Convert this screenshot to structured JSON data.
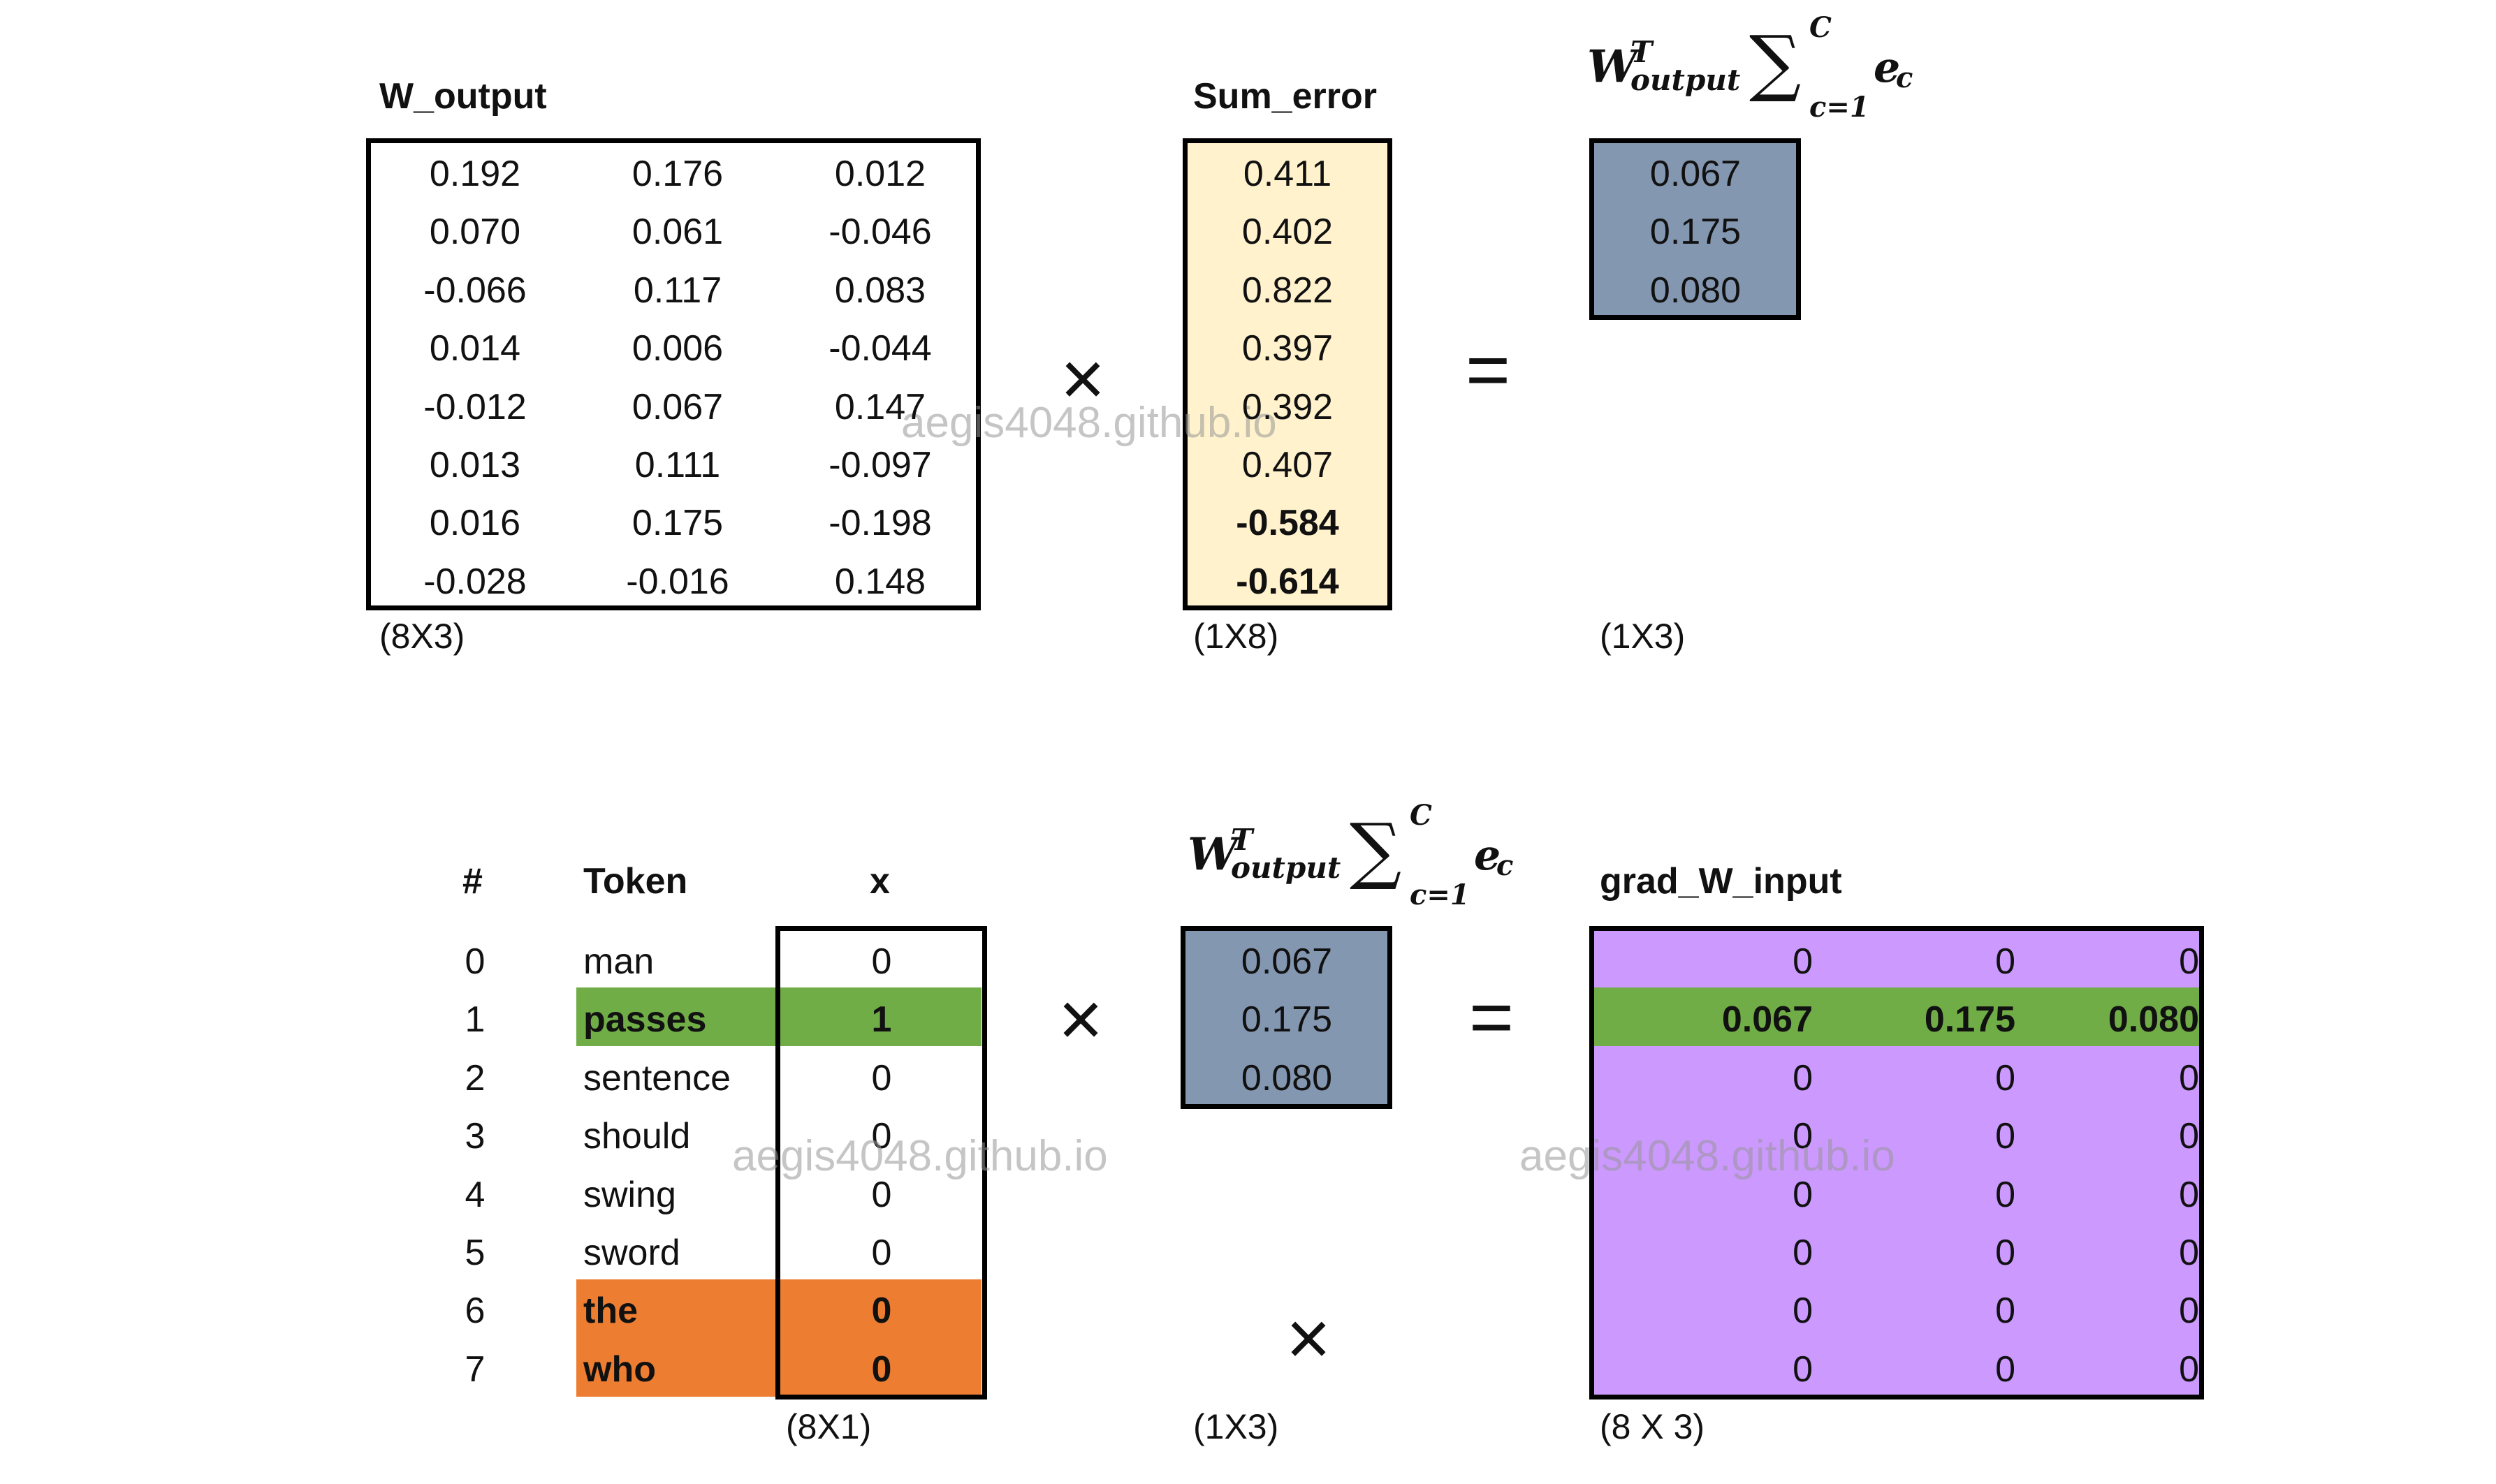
{
  "top": {
    "w_output": {
      "title": "W_output",
      "dims": "(8X3)",
      "rows": [
        [
          "0.192",
          "0.176",
          "0.012"
        ],
        [
          "0.070",
          "0.061",
          "-0.046"
        ],
        [
          "-0.066",
          "0.117",
          "0.083"
        ],
        [
          "0.014",
          "0.006",
          "-0.044"
        ],
        [
          "-0.012",
          "0.067",
          "0.147"
        ],
        [
          "0.013",
          "0.111",
          "-0.097"
        ],
        [
          "0.016",
          "0.175",
          "-0.198"
        ],
        [
          "-0.028",
          "-0.016",
          "0.148"
        ]
      ]
    },
    "multiply": "×",
    "sum_error": {
      "title": "Sum_error",
      "dims": "(1X8)",
      "values": [
        "0.411",
        "0.402",
        "0.822",
        "0.397",
        "0.392",
        "0.407",
        "-0.584",
        "-0.614"
      ],
      "bold_indices": [
        6,
        7
      ],
      "color": "#FFF2CC"
    },
    "equals": "=",
    "result": {
      "formula": {
        "W": "W",
        "sup": "T",
        "sub": "output",
        "sigma": "∑",
        "lim_top": "C",
        "lim_bot": "c=1",
        "e": "e",
        "e_sub": "c"
      },
      "dims": "(1X3)",
      "values": [
        "0.067",
        "0.175",
        "0.080"
      ],
      "color": "#8497B0"
    }
  },
  "bottom": {
    "headers": {
      "num": "#",
      "token": "Token",
      "x": "x"
    },
    "rows": [
      {
        "num": "0",
        "token": "man",
        "x": "0"
      },
      {
        "num": "1",
        "token": "passes",
        "x": "1"
      },
      {
        "num": "2",
        "token": "sentence",
        "x": "0"
      },
      {
        "num": "3",
        "token": "should",
        "x": "0"
      },
      {
        "num": "4",
        "token": "swing",
        "x": "0"
      },
      {
        "num": "5",
        "token": "sword",
        "x": "0"
      },
      {
        "num": "6",
        "token": "the",
        "x": "0"
      },
      {
        "num": "7",
        "token": "who",
        "x": "0"
      }
    ],
    "x_dims": "(8X1)",
    "multiply": "×",
    "vector": {
      "formula": {
        "W": "W",
        "sup": "T",
        "sub": "output",
        "sigma": "∑",
        "lim_top": "C",
        "lim_bot": "c=1",
        "e": "e",
        "e_sub": "c"
      },
      "values": [
        "0.067",
        "0.175",
        "0.080"
      ],
      "dims": "(1X3)",
      "color": "#8497B0"
    },
    "extra_multiply": "×",
    "equals": "=",
    "grad": {
      "title": "grad_W_input",
      "dims": "(8 X 3)",
      "rows": [
        [
          "0",
          "0",
          "0"
        ],
        [
          "0.067",
          "0.175",
          "0.080"
        ],
        [
          "0",
          "0",
          "0"
        ],
        [
          "0",
          "0",
          "0"
        ],
        [
          "0",
          "0",
          "0"
        ],
        [
          "0",
          "0",
          "0"
        ],
        [
          "0",
          "0",
          "0"
        ],
        [
          "0",
          "0",
          "0"
        ]
      ],
      "color": "#CC99FF"
    },
    "highlight_colors": {
      "green": "#70AD47",
      "orange": "#ED7D31"
    }
  },
  "watermark": "aegis4048.github.io"
}
